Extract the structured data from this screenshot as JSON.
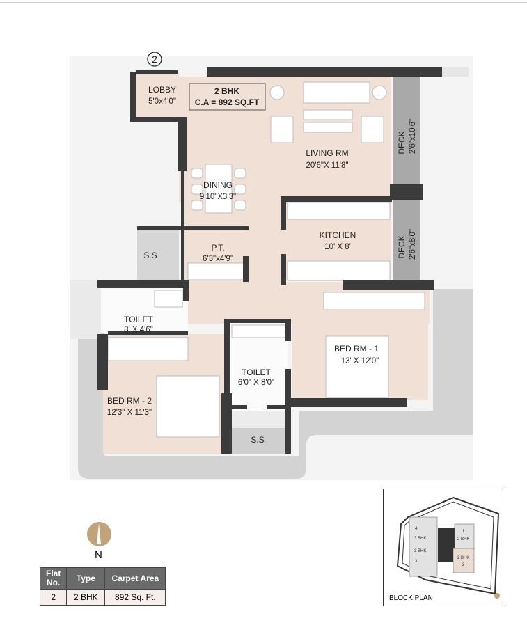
{
  "flat_marker": "2",
  "plan_title": {
    "type": "2 BHK",
    "carpet_area": "C.A = 892 SQ.FT"
  },
  "rooms": {
    "lobby": {
      "name": "LOBBY",
      "size": "5'0x4'0\""
    },
    "living": {
      "name": "LIVING RM",
      "size": "20'6\"X 11'8\""
    },
    "dining": {
      "name": "DINING",
      "size": "9'10\"X3'3\""
    },
    "kitchen": {
      "name": "KITCHEN",
      "size": "10' X 8'"
    },
    "pt": {
      "name": "P.T.",
      "size": "6'3\"x4'9\""
    },
    "ss_left": {
      "name": "S.S"
    },
    "toilet1": {
      "name": "TOILET",
      "size": "8' X 4'6\""
    },
    "toilet2": {
      "name": "TOILET",
      "size": "6'0\" X 8'0\""
    },
    "bed1": {
      "name": "BED RM - 1",
      "size": "13' X 12'0\""
    },
    "bed2": {
      "name": "BED RM - 2",
      "size": "12'3\" X 11'3\""
    },
    "ss_bottom": {
      "name": "S.S"
    },
    "deck1": {
      "name": "DECK",
      "size": "2'6\"x10'6\""
    },
    "deck2": {
      "name": "DECK",
      "size": "2'6\"x8'0\""
    }
  },
  "compass": {
    "label": "N",
    "color": "#c0a27b"
  },
  "unit_table": {
    "headers": [
      "Flat No.",
      "Type",
      "Carpet Area"
    ],
    "rows": [
      [
        "2",
        "2 BHK",
        "892 Sq. Ft."
      ]
    ]
  },
  "block_plan": {
    "title": "BLOCK PLAN",
    "units": [
      {
        "num": "1",
        "type": "2 BHK"
      },
      {
        "num": "2",
        "type": "2 BHK"
      },
      {
        "num": "3",
        "type": "3 BHK"
      },
      {
        "num": "4",
        "type": "3 BHK"
      }
    ]
  },
  "colors": {
    "room": "#f1e0d6",
    "wall": "#3b3b3b",
    "deck": "#a9a9a9"
  }
}
